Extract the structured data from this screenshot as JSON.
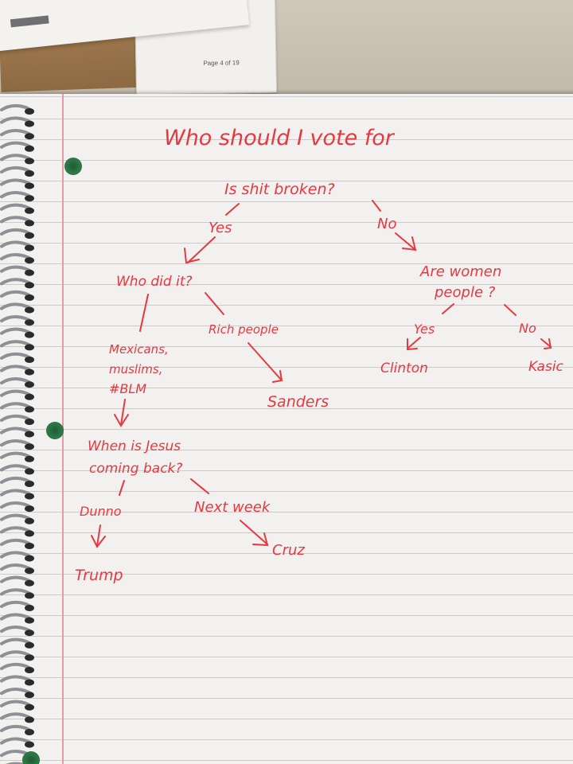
{
  "desk": {
    "page_label": "Page 4 of 19"
  },
  "flowchart": {
    "title": "Who should I vote for",
    "root_question": "Is shit broken?",
    "yes_label": "Yes",
    "no_label": "No",
    "who_did_it": "Who did it?",
    "mexicans_line1": "Mexicans,",
    "mexicans_line2": "muslims,",
    "mexicans_line3": "#BLM",
    "rich_people": "Rich people",
    "sanders": "Sanders",
    "jesus_line1": "When is Jesus",
    "jesus_line2": "coming back?",
    "dunno": "Dunno",
    "next_week": "Next week",
    "trump": "Trump",
    "cruz": "Cruz",
    "women_line1": "Are  women",
    "women_line2": "people ?",
    "women_yes": "Yes",
    "women_no": "No",
    "clinton": "Clinton",
    "kasich": "Kasic"
  },
  "colors": {
    "ink": "#e5393f",
    "paper": "#f3f0f0",
    "rule_line": "#c7cbd6",
    "margin_line": "#e79aa4"
  }
}
